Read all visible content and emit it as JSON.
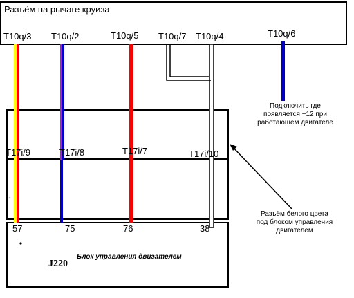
{
  "top_connector": {
    "title": "Разъём на рычаге круиза",
    "pins": [
      "T10q/3",
      "T10q/2",
      "T10q/5",
      "T10q/7",
      "T10q/4",
      "T10q/6"
    ]
  },
  "middle_connector": {
    "pins": [
      "T17i/9",
      "T17i/8",
      "T17i/7",
      "T17i/10"
    ],
    "note": "Разъём белого цвета под блоком управления двигателем"
  },
  "ecu": {
    "pins": [
      "57",
      "75",
      "76",
      "38"
    ],
    "code": "J220",
    "name": "Блок  управления двигателем"
  },
  "hint": "Подключить где появляется +12 при работающем двигателе",
  "colors": {
    "yellow": "#ffff00",
    "red": "#ff0000",
    "purple": "#a020f0",
    "blue": "#0000cc",
    "dark_red": "#cc1111",
    "white": "#ffffff",
    "black": "#000000"
  }
}
